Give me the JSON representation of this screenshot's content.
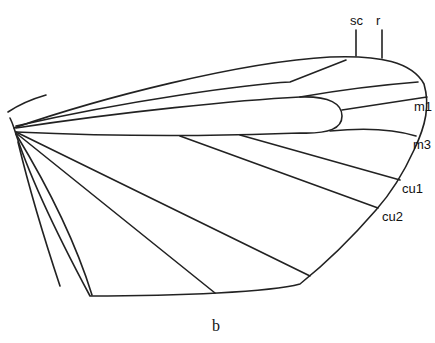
{
  "diagram": {
    "labels": [
      "sc",
      "r",
      "m1",
      "m3",
      "cu1",
      "cu2",
      "b"
    ]
  }
}
